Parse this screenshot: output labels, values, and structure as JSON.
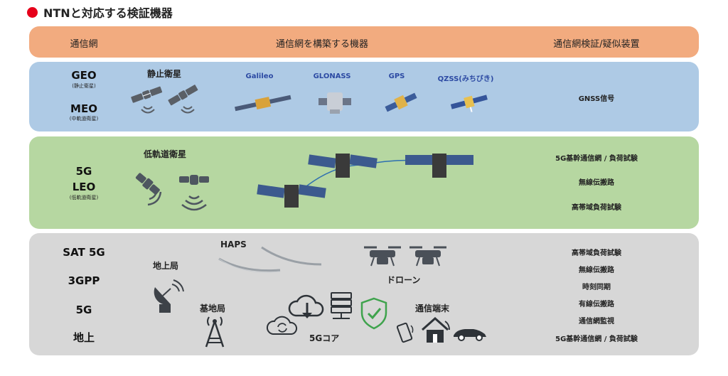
{
  "title": "NTNと対応する検証機器",
  "header": {
    "col1": "通信網",
    "col2": "通信網を構築する機器",
    "col3": "通信網検証/疑似装置"
  },
  "geo_meo": {
    "geo": "GEO",
    "geo_sub": "(静止衛星)",
    "meo": "MEO",
    "meo_sub": "(中軌道衛星)",
    "section_label": "静止衛星",
    "satellites": [
      "Galileo",
      "GLONASS",
      "GPS",
      "QZSS(みちびき)"
    ],
    "right": "GNSS信号"
  },
  "leo": {
    "line1": "5G",
    "line2": "LEO",
    "sub": "(低軌道衛星)",
    "section_label": "低軌道衛星",
    "right": [
      "5G基幹通信網 / 負荷試験",
      "無線伝搬路",
      "高帯域負荷試験"
    ]
  },
  "ground": {
    "labels": [
      "SAT 5G",
      "3GPP",
      "5G",
      "地上"
    ],
    "haps": "HAPS",
    "ground_station": "地上局",
    "base_station": "基地局",
    "drone": "ドローン",
    "core": "5Gコア",
    "terminal": "通信端末",
    "right": [
      "高帯域負荷試験",
      "無線伝搬路",
      "時刻同期",
      "有線伝搬路",
      "通信網監視",
      "5G基幹通信網 / 負荷試験"
    ]
  },
  "colors": {
    "header": "#f2ab7f",
    "geo_band": "#aecae5",
    "leo_band": "#b6d7a1",
    "ground_band": "#d7d7d7",
    "title_dot": "#e6001a",
    "sat_name": "#2c4aa3"
  }
}
